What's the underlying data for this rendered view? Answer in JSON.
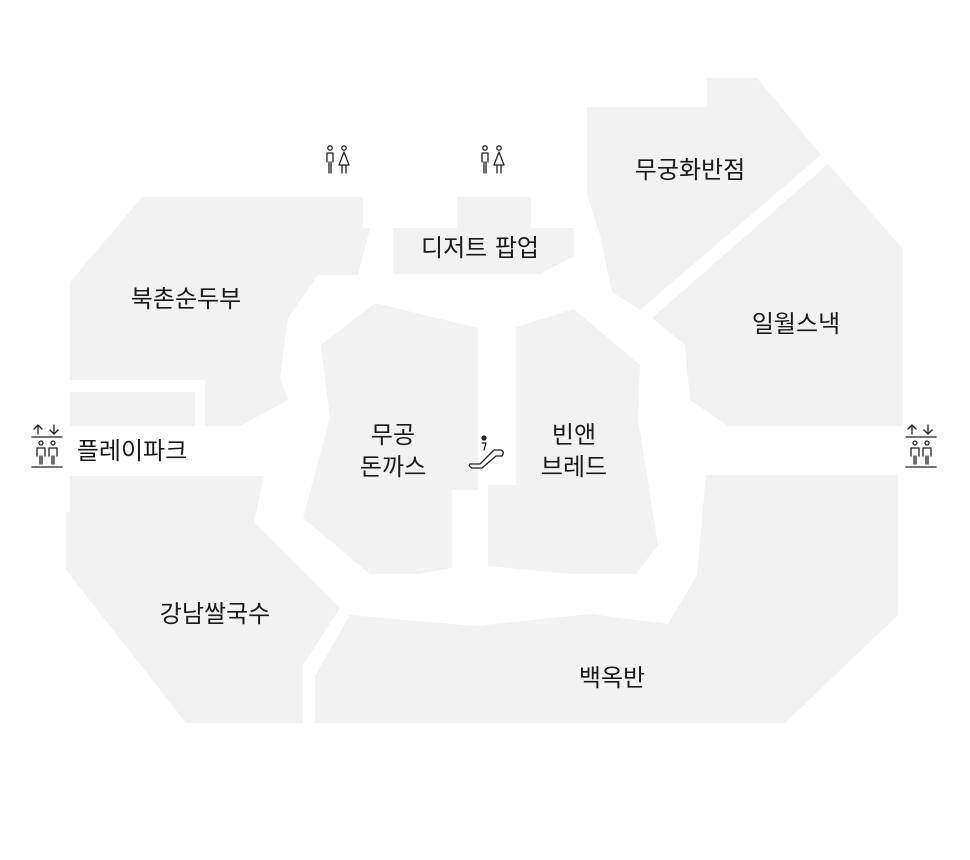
{
  "map": {
    "stores": [
      {
        "id": "bukchon",
        "name": "북촌순두부"
      },
      {
        "id": "playpark",
        "name": "플레이파크"
      },
      {
        "id": "gangnam",
        "name": "강남쌀국수"
      },
      {
        "id": "mugong-line1",
        "name": "무공"
      },
      {
        "id": "mugong-line2",
        "name": "돈까스"
      },
      {
        "id": "dessert",
        "name": "디저트 팝업"
      },
      {
        "id": "binan-line1",
        "name": "빈앤"
      },
      {
        "id": "binan-line2",
        "name": "브레드"
      },
      {
        "id": "mugunghwa",
        "name": "무궁화반점"
      },
      {
        "id": "ilwol",
        "name": "일월스낵"
      },
      {
        "id": "baekokban",
        "name": "백옥반"
      }
    ],
    "facilities": [
      {
        "type": "restroom",
        "icon": "restroom-icon"
      },
      {
        "type": "restroom",
        "icon": "restroom-icon"
      },
      {
        "type": "elevator",
        "icon": "elevator-icon"
      },
      {
        "type": "elevator",
        "icon": "elevator-icon"
      },
      {
        "type": "escalator",
        "icon": "escalator-icon"
      }
    ],
    "colors": {
      "zone": "#f2f2f2",
      "text": "#1a1a1a",
      "icon": "#222222"
    }
  }
}
